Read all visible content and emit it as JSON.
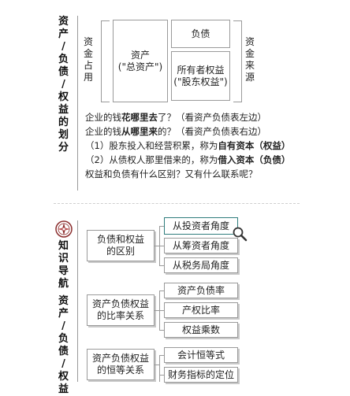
{
  "top": {
    "vertical_title": [
      "资",
      "产",
      "/",
      "负",
      "债",
      "/",
      "权",
      "益",
      "的",
      "划",
      "分"
    ],
    "left_label": [
      "资",
      "金",
      "占",
      "用"
    ],
    "right_label": [
      "资",
      "金",
      "来",
      "源"
    ],
    "asset_box": "资产\n(\"总资产\")",
    "liability_box": "负债",
    "equity_box": "所有者权益\n(\"股东权益\")",
    "lines": [
      {
        "pre": "企业的钱",
        "bold": "花哪里去",
        "post": "了？（看资产负债表左边）"
      },
      {
        "pre": "企业的钱",
        "bold": "从哪里来",
        "post": "的？（看资产负债表右边）"
      },
      {
        "pre": "（1）股东投入和经营积累，称为",
        "bold": "自有资本（权益）",
        "post": ""
      },
      {
        "pre": "（2）从债权人那里借来的，称为",
        "bold": "借入资本（负债）",
        "post": ""
      },
      {
        "pre": "权益和负债有什么区别？又有什么联系呢？",
        "bold": "",
        "post": ""
      }
    ]
  },
  "bottom": {
    "vertical_title": [
      "知",
      "识",
      "导",
      "航",
      "",
      "资",
      "产",
      "/",
      "负",
      "债",
      "/",
      "权",
      "益"
    ],
    "groups": [
      {
        "label": "负债和权益\n的区别",
        "items": [
          "从投资者角度",
          "从筹资者角度",
          "从税务局角度"
        ]
      },
      {
        "label": "资产负债权益\n的比率关系",
        "items": [
          "资产负债率",
          "产权比率",
          "权益乘数"
        ]
      },
      {
        "label": "资产负债权益\n的恒等关系",
        "items": [
          "会计恒等式",
          "财务指标的定位"
        ]
      }
    ]
  },
  "colors": {
    "highlight_border": "#2e7d7d",
    "gray_border": "#9a9a9a"
  },
  "icons": {
    "compass": "compass-icon",
    "magnifier": "magnifier-icon"
  }
}
